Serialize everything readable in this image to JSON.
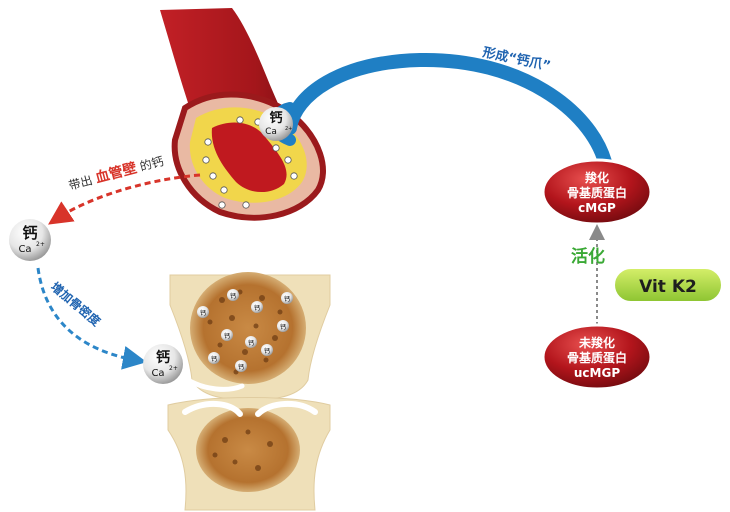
{
  "labels": {
    "form_claw": "形成“钙爪”",
    "carry_out_prefix": "带出",
    "carry_out_highlight": "血管壁",
    "carry_out_suffix": "的钙",
    "increase_density": "增加骨密度",
    "activate": "活化"
  },
  "calcium": {
    "cn": "钙",
    "symbol": "Ca",
    "charge": "2+"
  },
  "mgp_carboxylated": {
    "line1": "羧化",
    "line2": "骨基质蛋白",
    "line3": "cMGP"
  },
  "mgp_uncarboxylated": {
    "line1": "未羧化",
    "line2": "骨基质蛋白",
    "line3": "ucMGP"
  },
  "vitk2": {
    "label": "Vit K2"
  },
  "small_marker": "钙",
  "colors": {
    "arc_blue": "#1f7fc4",
    "dash_red": "#d8342a",
    "dash_blue": "#2c86c8",
    "badge_red": "#a8151b",
    "green": "#3aa935",
    "vitk2_fill": "#b6dc3d",
    "vessel_red": "#b3191e",
    "plaque_yellow": "#f1d64b",
    "bone_tan": "#efe0b9"
  }
}
